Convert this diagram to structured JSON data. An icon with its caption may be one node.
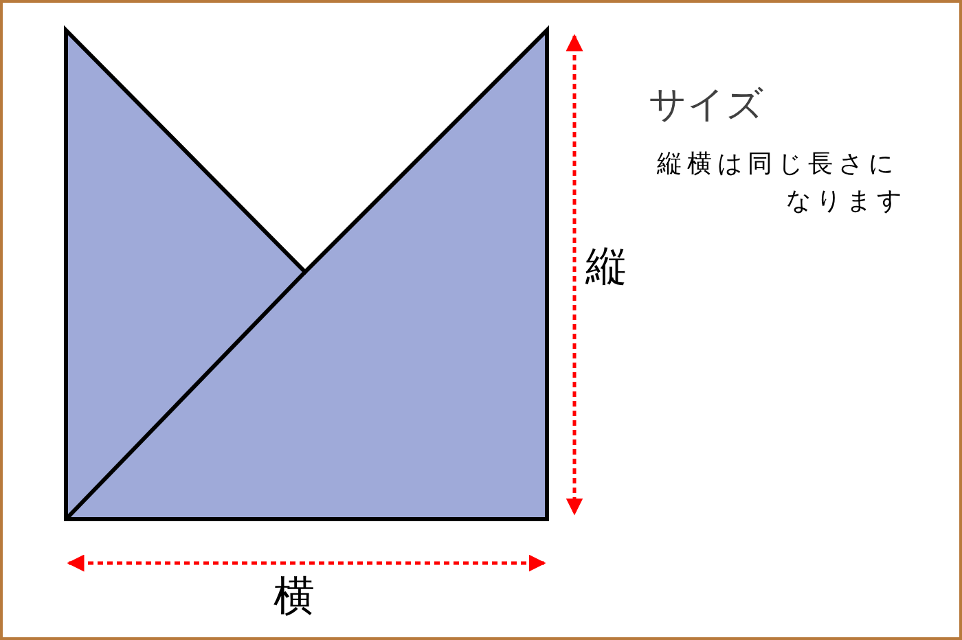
{
  "diagram": {
    "labels": [
      "サイズ",
      "縦横は同じ長さになります",
      "縦",
      "横"
    ]
  }
}
